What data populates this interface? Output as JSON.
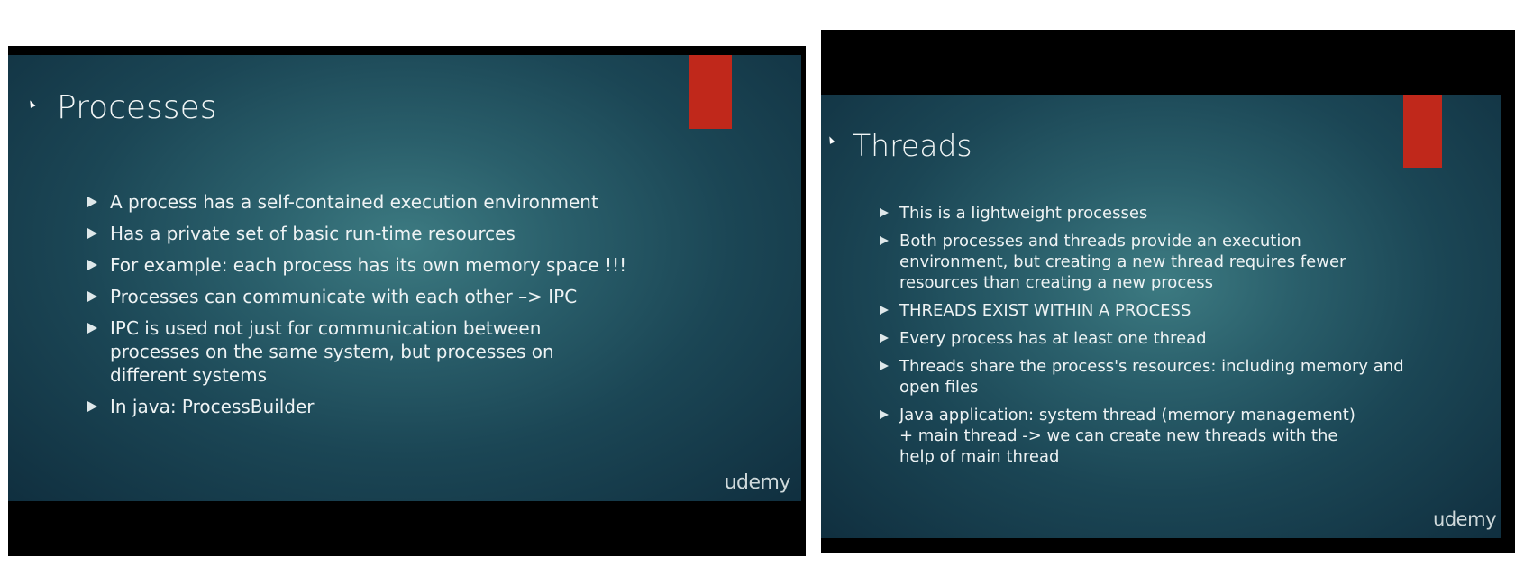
{
  "left_slide": {
    "title": "Processes",
    "bullets": [
      "A process has a self-contained execution environment",
      "Has a private set of basic run-time resources",
      "For example: each process has its own memory space !!!",
      "Processes can communicate with each other –> IPC",
      "IPC is used not just for communication between processes on the same system, but processes on different systems",
      "In java: ProcessBuilder"
    ],
    "brand": "udemy"
  },
  "right_slide": {
    "title": "Threads",
    "bullets": [
      "This is a lightweight processes",
      "Both processes and threads provide an execution environment, but creating a new thread requires fewer resources than creating a new process",
      "THREADS EXIST WITHIN A PROCESS",
      "Every process has at least one thread",
      "Threads share the process's resources:  including memory and open files",
      "Java application: system thread (memory management) + main thread -> we can create new threads with the help of main thread"
    ],
    "brand": "udemy"
  },
  "colors": {
    "slide_background": "#1b4655",
    "accent_bar": "#c0281b",
    "letterbox": "#000000"
  }
}
